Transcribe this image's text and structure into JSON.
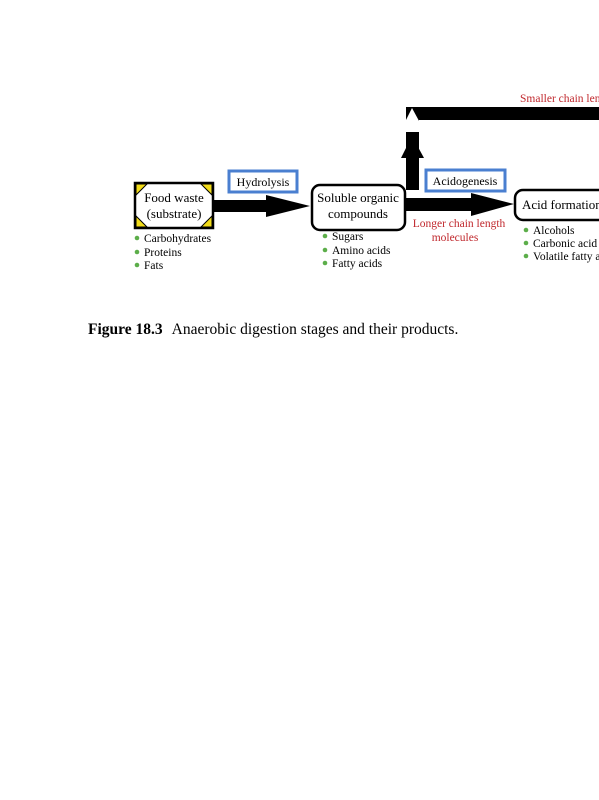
{
  "diagram": {
    "nodes": {
      "food_waste": [
        "Food waste",
        "(substrate)"
      ],
      "soluble": [
        "Soluble organic",
        "compounds"
      ],
      "acid_formation": [
        "Acid formation"
      ]
    },
    "processes": {
      "hydrolysis": "Hydrolysis",
      "acidogenesis": "Acidogenesis"
    },
    "labels": {
      "longer_chain": [
        "Longer chain length",
        "molecules"
      ],
      "smaller_chain": "Smaller chain len"
    },
    "lists": {
      "food_waste": [
        "Carbohydrates",
        "Proteins",
        "Fats"
      ],
      "soluble": [
        "Sugars",
        "Amino acids",
        "Fatty acids"
      ],
      "acid_formation": [
        "Alcohols",
        "Carbonic acid",
        "Volatile fatty a"
      ]
    },
    "colors": {
      "process_border": "#4a7fd0",
      "red_text": "#c0282d",
      "bullet": "#5cae4a",
      "corner": "#f2dc1a"
    }
  },
  "caption": {
    "label": "Figure 18.3",
    "text": "Anaerobic digestion stages and their products."
  }
}
